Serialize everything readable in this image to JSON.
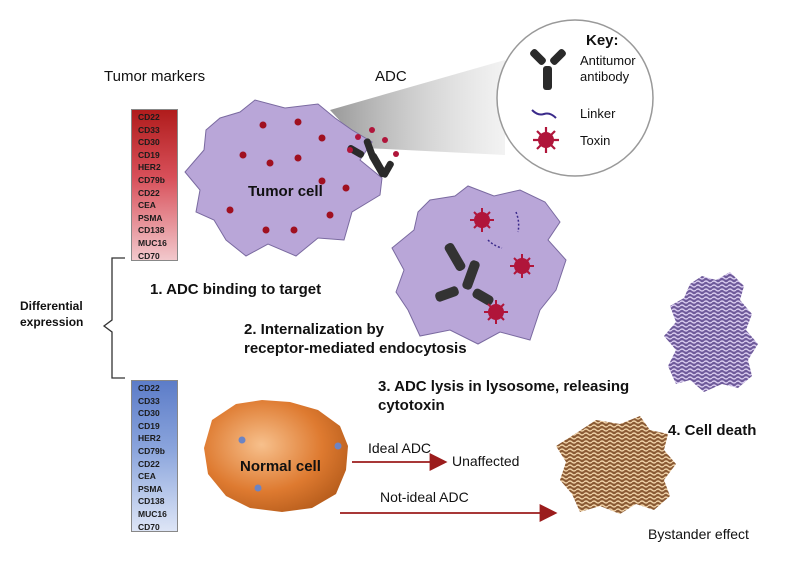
{
  "headers": {
    "tumor_markers": "Tumor markers",
    "adc": "ADC"
  },
  "key": {
    "title": "Key:",
    "items": [
      {
        "icon": "antibody-icon",
        "label": "Antitumor\nantibody"
      },
      {
        "icon": "linker-icon",
        "label": "Linker"
      },
      {
        "icon": "toxin-icon",
        "label": "Toxin"
      }
    ]
  },
  "tumor_markers": [
    "CD22",
    "CD33",
    "CD30",
    "CD19",
    "HER2",
    "CD79b",
    "CD22",
    "CEA",
    "PSMA",
    "CD138",
    "MUC16",
    "CD70"
  ],
  "normal_markers": [
    "CD22",
    "CD33",
    "CD30",
    "CD19",
    "HER2",
    "CD79b",
    "CD22",
    "CEA",
    "PSMA",
    "CD138",
    "MUC16",
    "CD70"
  ],
  "differential": "Differential\nexpression",
  "cells": {
    "tumor": "Tumor cell",
    "normal": "Normal cell"
  },
  "steps": {
    "step1": "1. ADC binding to target",
    "step2": "2. Internalization by\nreceptor-mediated endocytosis",
    "step3": "3. ADC lysis in lysosome, releasing\ncytotoxin",
    "step4": "4. Cell death"
  },
  "arrows": {
    "ideal": "Ideal ADC",
    "unaffected": "Unaffected",
    "not_ideal": "Not-ideal ADC",
    "bystander": "Bystander effect"
  },
  "colors": {
    "tumor_cell": "#b9a6d8",
    "tumor_dot": "#a01020",
    "normal_cell": "#d9742b",
    "normal_dot": "#6c84c4",
    "arrow": "#9b1c1c",
    "toxin": "#b0153a"
  }
}
